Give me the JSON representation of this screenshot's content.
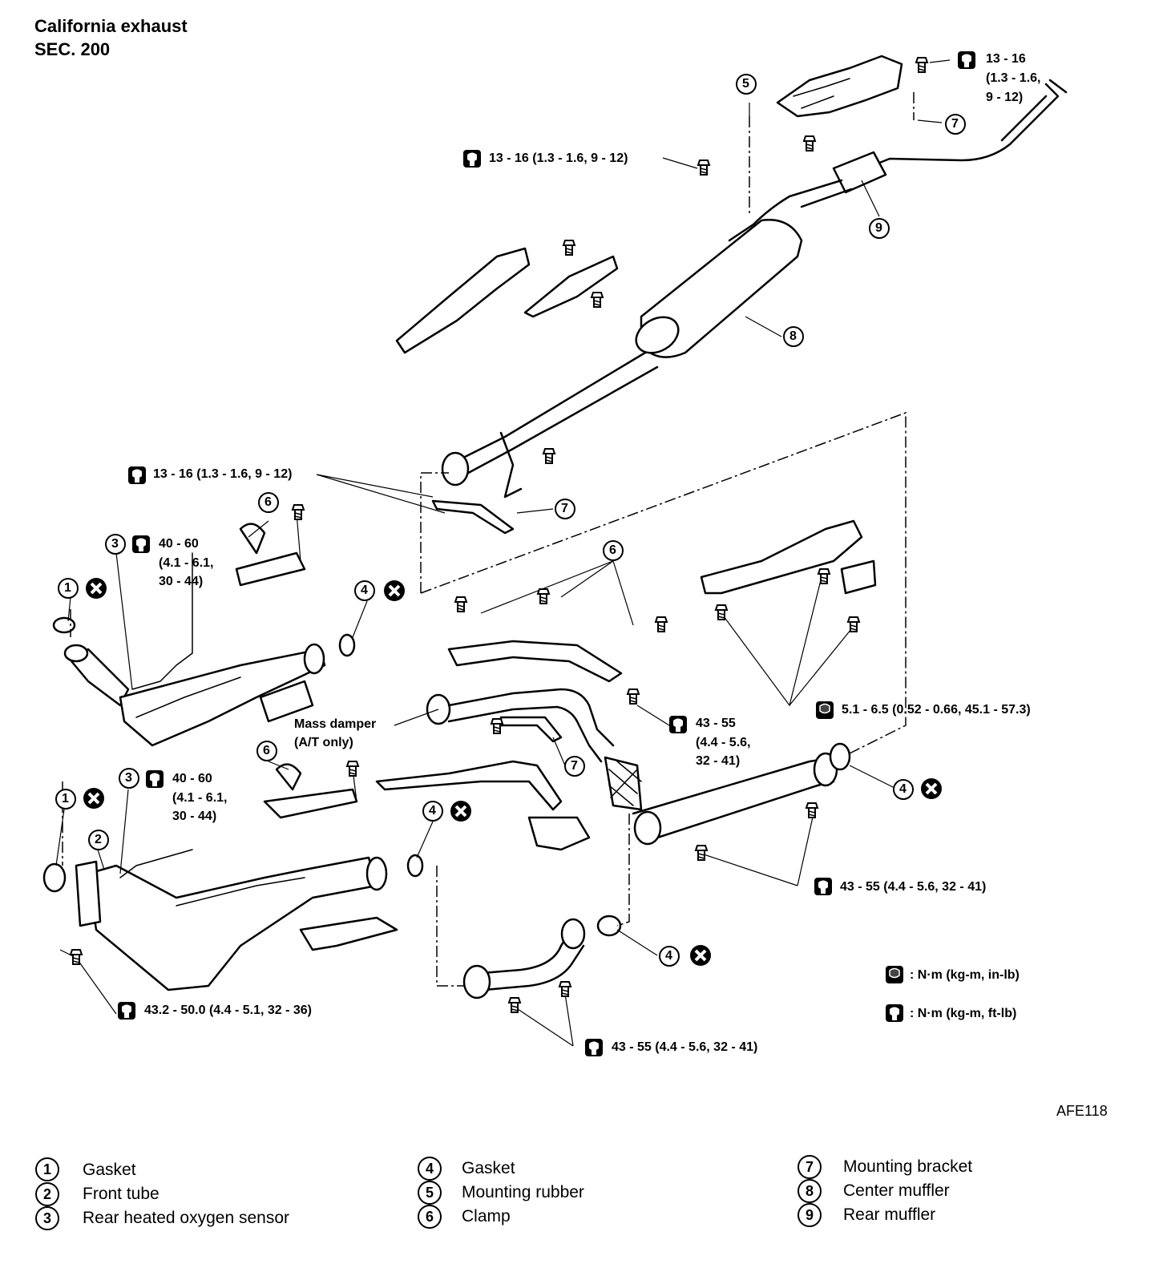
{
  "title": {
    "line1": "California exhaust",
    "line2": "SEC. 200"
  },
  "figure_code": "AFE118",
  "torque_labels": {
    "t_rear_top": "13 - 16",
    "t_rear_top_2": "(1.3 - 1.6,",
    "t_rear_top_3": "9 - 12)",
    "t_rubber": "13 - 16 (1.3 - 1.6, 9 - 12)",
    "t_center": "13 - 16 (1.3 - 1.6, 9 - 12)",
    "t_sensor_a": "40 - 60",
    "t_sensor_a2": "(4.1 - 6.1,",
    "t_sensor_a3": "30 - 44)",
    "t_sensor_b": "40 - 60",
    "t_sensor_b2": "(4.1 - 6.1,",
    "t_sensor_b3": "30 - 44)",
    "t_mid": "43 - 55",
    "t_mid2": "(4.4 - 5.6,",
    "t_mid3": "32 - 41)",
    "t_small": "5.1 - 6.5 (0.52 - 0.66, 45.1 - 57.3)",
    "t_flange_r": "43 - 55 (4.4 - 5.6, 32 - 41)",
    "t_flange_b": "43 - 55 (4.4 - 5.6, 32 - 41)",
    "t_front": "43.2 - 50.0 (4.4 - 5.1, 32 - 36)"
  },
  "annotations": {
    "mass_damper": "Mass damper",
    "mass_damper_2": "(A/T only)"
  },
  "torque_key": [
    {
      "symbol": "filled-socket-icon",
      "text": ": N·m (kg-m, in-lb)"
    },
    {
      "symbol": "open-socket-icon",
      "text": ": N·m (kg-m, ft-lb)"
    }
  ],
  "callouts": {
    "c1": "1",
    "c2": "2",
    "c3": "3",
    "c4": "4",
    "c5": "5",
    "c6": "6",
    "c7": "7",
    "c8": "8",
    "c9": "9"
  },
  "legend": [
    {
      "num": "1",
      "label": "Gasket"
    },
    {
      "num": "2",
      "label": "Front tube"
    },
    {
      "num": "3",
      "label": "Rear heated oxygen sensor"
    },
    {
      "num": "4",
      "label": "Gasket"
    },
    {
      "num": "5",
      "label": "Mounting rubber"
    },
    {
      "num": "6",
      "label": "Clamp"
    },
    {
      "num": "7",
      "label": "Mounting bracket"
    },
    {
      "num": "8",
      "label": "Center muffler"
    },
    {
      "num": "9",
      "label": "Rear muffler"
    }
  ],
  "colors": {
    "ink": "#000000",
    "paper": "#ffffff"
  }
}
